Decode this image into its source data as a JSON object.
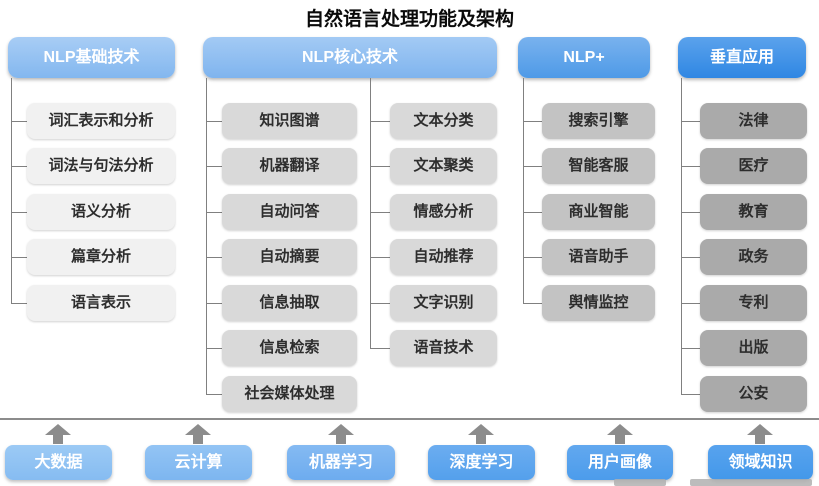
{
  "title": "自然语言处理功能及架构",
  "columns": [
    {
      "header": "NLP基础技术",
      "items": [
        "词汇表示和分析",
        "词法与句法分析",
        "语义分析",
        "篇章分析",
        "语言表示"
      ]
    },
    {
      "header": "NLP核心技术",
      "left_items": [
        "知识图谱",
        "机器翻译",
        "自动问答",
        "自动摘要",
        "信息抽取",
        "信息检索",
        "社会媒体处理"
      ],
      "right_items": [
        "文本分类",
        "文本聚类",
        "情感分析",
        "自动推荐",
        "文字识别",
        "语音技术"
      ]
    },
    {
      "header": "NLP+",
      "items": [
        "搜索引擎",
        "智能客服",
        "商业智能",
        "语音助手",
        "舆情监控"
      ]
    },
    {
      "header": "垂直应用",
      "items": [
        "法律",
        "医疗",
        "教育",
        "政务",
        "专利",
        "出版",
        "公安"
      ]
    }
  ],
  "foundation": [
    "大数据",
    "云计算",
    "机器学习",
    "深度学习",
    "用户画像",
    "领域知识"
  ],
  "colors": {
    "header_light_blue": "#8abcf0",
    "header_medium_blue": "#5ca2e9",
    "header_dark_blue": "#3e92e7",
    "item_gray_level1": "#f1f1f1",
    "item_gray_level2": "#d9d9d9",
    "item_gray_level3": "#c3c3c3",
    "item_gray_level4": "#aaaaaa",
    "foundation_blue_start": "#8fc2f3",
    "foundation_blue_end": "#4a9aeb",
    "connector_gray": "#808080",
    "arrow_gray": "#8c8c8c"
  }
}
